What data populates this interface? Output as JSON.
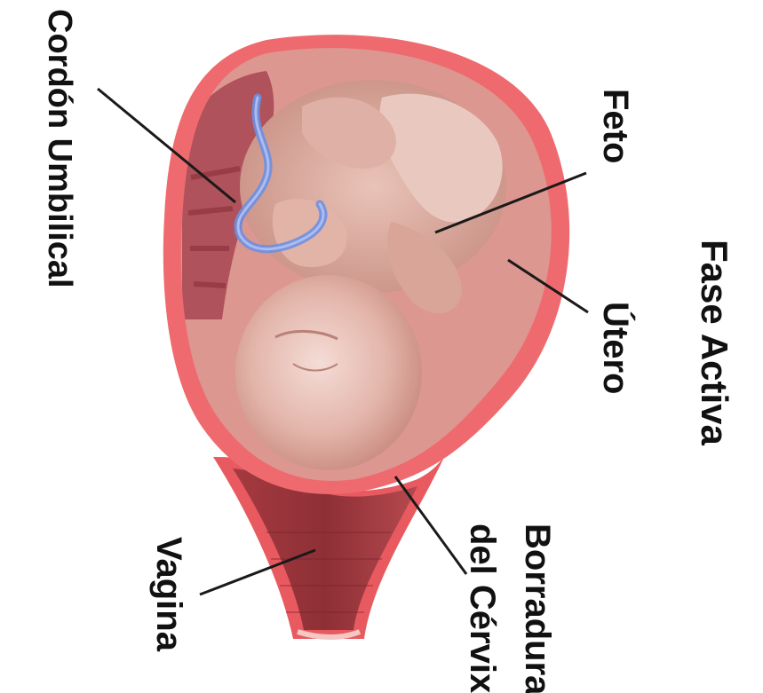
{
  "title": "Fase Activa",
  "labels": {
    "feto": "Feto",
    "utero": "Útero",
    "cordon": "Cordón Umbilical",
    "vagina": "Vagina",
    "borradura_line1": "Borradura",
    "borradura_line2": "del Cérvix"
  }
}
